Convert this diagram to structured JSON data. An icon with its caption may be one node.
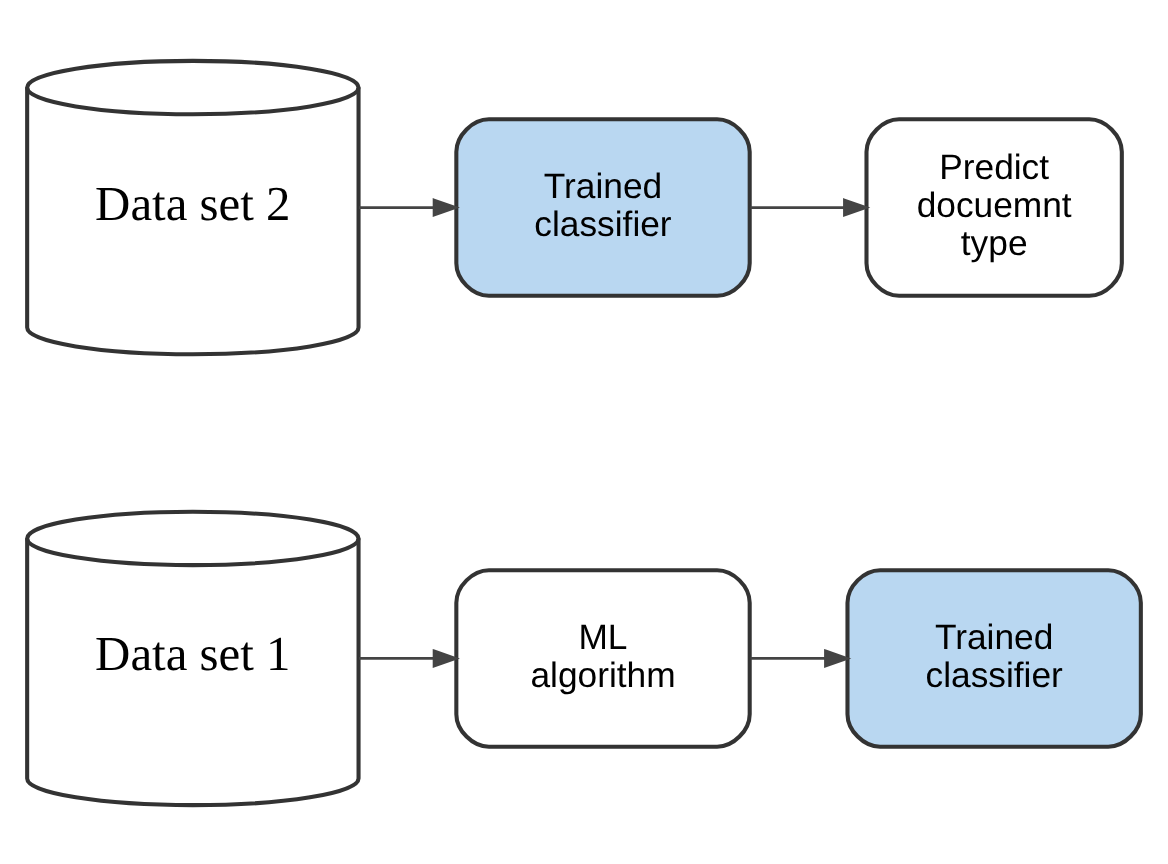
{
  "diagram": {
    "nodes": [
      {
        "text": [
          "Data set 1"
        ]
      },
      {
        "text": [
          "ML algorithm"
        ]
      },
      {
        "text": [
          "Trained classifier"
        ]
      },
      {
        "text": [
          "Data set 2"
        ]
      },
      {
        "text": [
          "Trained classifier"
        ]
      },
      {
        "text": [
          "Predict docuemnt type"
        ]
      }
    ],
    "edges": [
      {
        "from": 0,
        "to": 1,
        "arrow": "to"
      },
      {
        "from": 1,
        "to": 2,
        "arrow": "to"
      },
      {
        "from": 3,
        "to": 4,
        "arrow": "to"
      },
      {
        "from": 4,
        "to": 5,
        "arrow": "to"
      }
    ]
  }
}
